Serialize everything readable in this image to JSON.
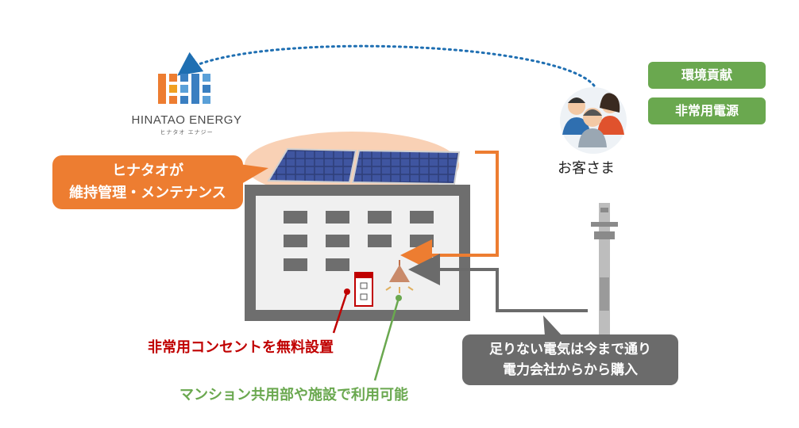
{
  "logo": {
    "name": "HINATAO ENERGY",
    "subname": "ヒナタオ エナジー"
  },
  "customer": {
    "label": "お客さま"
  },
  "badges": [
    "環境貢献",
    "非常用電源"
  ],
  "callouts": {
    "maintenance": {
      "line1": "ヒナタオが",
      "line2": "維持管理・メンテナンス"
    },
    "outlet": "非常用コンセントを無料設置",
    "usage": "マンション共用部や施設で利用可能",
    "purchase": {
      "line1": "足りない電気は今まで通り",
      "line2": "電力会社からから購入"
    }
  },
  "colors": {
    "orange": "#ed7d31",
    "green": "#6aa84f",
    "red": "#c00000",
    "gray": "#6b6b6b",
    "blue_dotted": "#1f6fb2"
  }
}
